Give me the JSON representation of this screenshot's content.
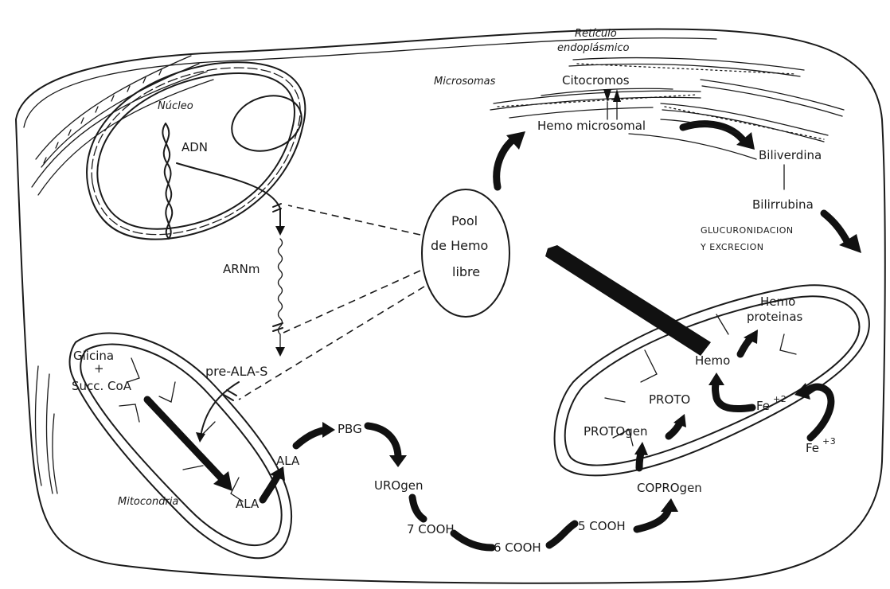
{
  "labels": {
    "nucleo": "Núcleo",
    "adn": "ADN",
    "arnm": "ARNm",
    "pre_ala_s": "pre-ALA-S",
    "glicina": "Glicina",
    "plus": "+",
    "succ_coa": "Succ. CoA",
    "mitocondria_left": "Mitocondria",
    "ala_inner": "ALA",
    "ala_outer": "ALA",
    "pbg": "PBG",
    "urogen": "UROgen",
    "cooh7": "7 COOH",
    "cooh6": "6 COOH",
    "cooh5": "5 COOH",
    "coprogen": "COPROgen",
    "protogen": "PROTOgen",
    "proto": "PROTO",
    "hemo": "Hemo",
    "hemo_proteinas_1": "Hemo",
    "hemo_proteinas_2": "proteinas",
    "fe2": "Fe",
    "fe2_sup": "+2",
    "fe3": "Fe",
    "fe3_sup": "+3",
    "pool_1": "Pool",
    "pool_2": "de  Hemo",
    "pool_3": "libre",
    "reticulo_1": "Retículo",
    "reticulo_2": "endoplásmico",
    "microsomas": "Microsomas",
    "citocromos": "Citocromos",
    "hemo_microsomal": "Hemo microsomal",
    "biliverdina": "Biliverdina",
    "bilirrubina": "Bilirrubina",
    "glucuronidacion_1": "GLUCURONIDACION",
    "glucuronidacion_2": "Y EXCRECION"
  },
  "colors": {
    "ink": "#1a1a1a",
    "paper": "#ffffff"
  }
}
